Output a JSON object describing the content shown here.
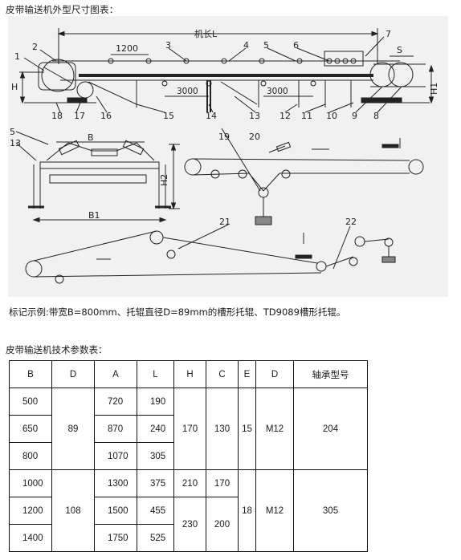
{
  "heading_drawing": "皮带输送机外型尺寸图表：",
  "drawing": {
    "labels": {
      "machine_length": "机长L",
      "dim_1200": "1200",
      "dim_3000_a": "3000",
      "dim_3000_b": "3000",
      "H": "H",
      "H1": "H1",
      "H2": "H2",
      "S": "S",
      "B": "B",
      "B1": "B1"
    },
    "part_numbers": [
      "1",
      "2",
      "3",
      "4",
      "5",
      "6",
      "7",
      "18",
      "17",
      "16",
      "15",
      "14",
      "13",
      "12",
      "11",
      "10",
      "9",
      "8",
      "5",
      "13",
      "19",
      "20",
      "21",
      "22"
    ]
  },
  "example_text": "标记示例:带宽B=800mm、托辊直径D=89mm的槽形托辊、TD9089槽形托辊。",
  "heading_table": "皮带输送机技术参数表：",
  "table": {
    "headers": [
      "B",
      "D",
      "A",
      "L",
      "H",
      "C",
      "E",
      "D",
      "轴承型号"
    ],
    "B": [
      "500",
      "650",
      "800",
      "1000",
      "1200",
      "1400"
    ],
    "A": [
      "720",
      "870",
      "1070",
      "1300",
      "1500",
      "1750"
    ],
    "L": [
      "190",
      "240",
      "305",
      "375",
      "455",
      "525"
    ],
    "group1": {
      "D": "89",
      "H": "170",
      "C": "130",
      "E": "15",
      "D2": "M12",
      "bearing": "204"
    },
    "group2": {
      "D": "108",
      "H_a": "210",
      "H_b": "230",
      "C_a": "170",
      "C_b": "200",
      "E": "18",
      "D2": "M12",
      "bearing": "305"
    }
  }
}
